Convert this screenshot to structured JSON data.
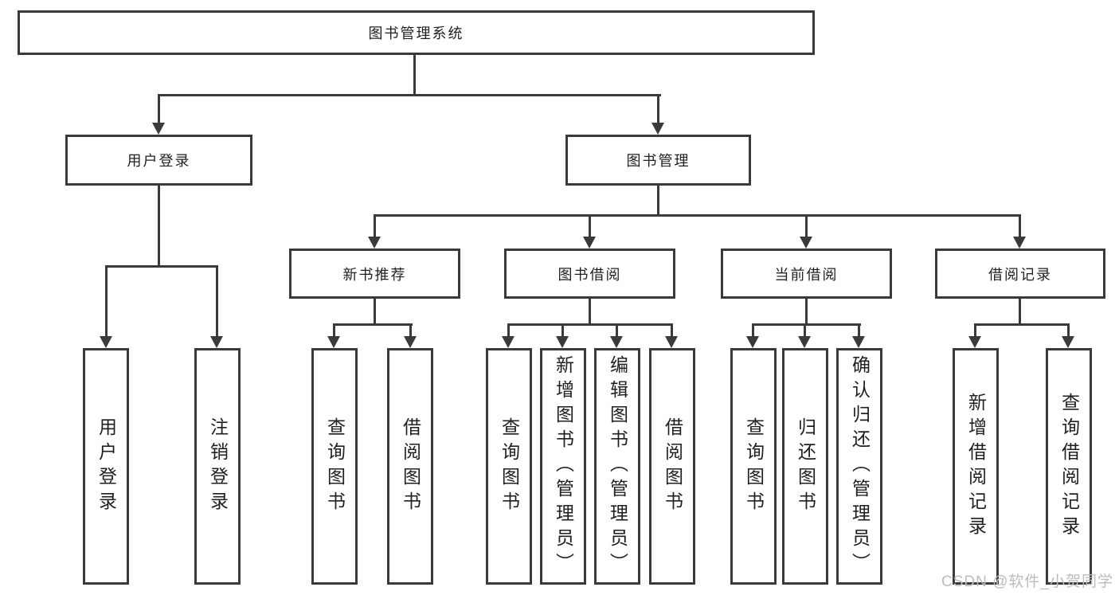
{
  "colors": {
    "background": "#ffffff",
    "line": "#3a3a3a",
    "text": "#1f1f1f",
    "watermark_text": "#bcbcbc"
  },
  "watermark": "CSDN @软件_小贺同学",
  "tree": {
    "root": {
      "label": "图书管理系统"
    },
    "branches": [
      {
        "label": "用户登录",
        "children": [
          {
            "label": "用户登录"
          },
          {
            "label": "注销登录"
          }
        ]
      },
      {
        "label": "图书管理",
        "children": [
          {
            "label": "新书推荐",
            "children": [
              {
                "label": "查询图书"
              },
              {
                "label": "借阅图书"
              }
            ]
          },
          {
            "label": "图书借阅",
            "children": [
              {
                "label": "查询图书"
              },
              {
                "label": "新增图书（管理员）"
              },
              {
                "label": "编辑图书（管理员）"
              },
              {
                "label": "借阅图书"
              }
            ]
          },
          {
            "label": "当前借阅",
            "children": [
              {
                "label": "查询图书"
              },
              {
                "label": "归还图书"
              },
              {
                "label": "确认归还（管理员）"
              }
            ]
          },
          {
            "label": "借阅记录",
            "children": [
              {
                "label": "新增借阅记录"
              },
              {
                "label": "查询借阅记录"
              }
            ]
          }
        ]
      }
    ]
  }
}
